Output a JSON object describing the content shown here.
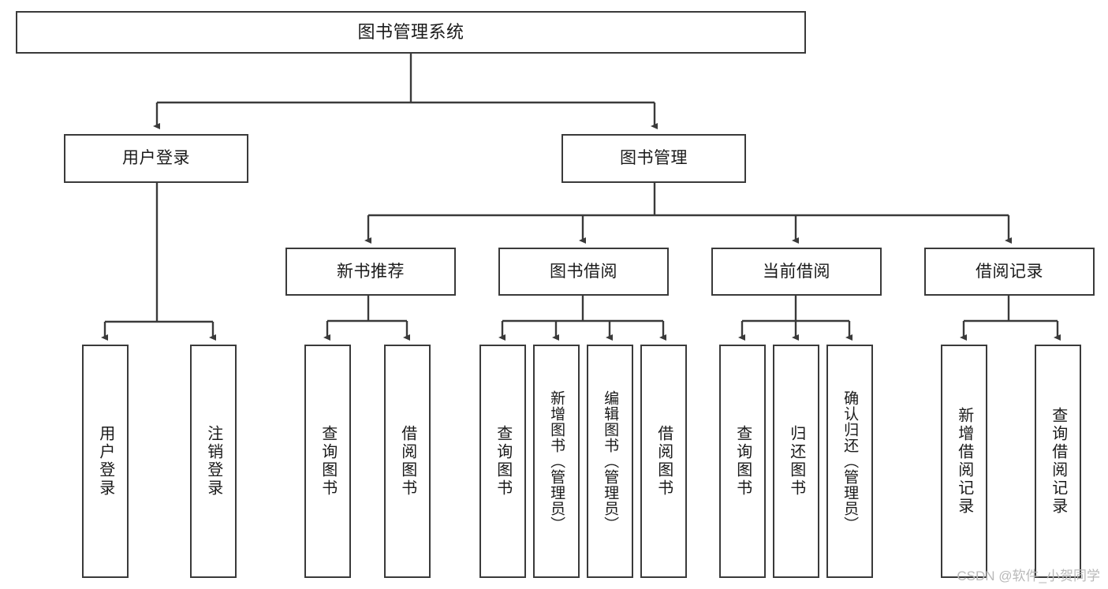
{
  "diagram": {
    "title": "图书管理系统",
    "type": "tree-hierarchy",
    "stroke_color": "#3a3a3a",
    "background_color": "#ffffff",
    "text_color": "#1a1a1a"
  },
  "root": {
    "label": "图书管理系统"
  },
  "level2": [
    {
      "label": "用户登录"
    },
    {
      "label": "图书管理"
    }
  ],
  "level3": [
    {
      "label": "新书推荐"
    },
    {
      "label": "图书借阅"
    },
    {
      "label": "当前借阅"
    },
    {
      "label": "借阅记录"
    }
  ],
  "leaves": [
    {
      "label": "用户登录",
      "parent": "用户登录"
    },
    {
      "label": "注销登录",
      "parent": "用户登录"
    },
    {
      "label": "查询图书",
      "parent": "新书推荐"
    },
    {
      "label": "借阅图书",
      "parent": "新书推荐"
    },
    {
      "label": "查询图书",
      "parent": "图书借阅"
    },
    {
      "label": "新增图书（管理员）",
      "parent": "图书借阅"
    },
    {
      "label": "编辑图书（管理员）",
      "parent": "图书借阅"
    },
    {
      "label": "借阅图书",
      "parent": "图书借阅"
    },
    {
      "label": "查询图书",
      "parent": "当前借阅"
    },
    {
      "label": "归还图书",
      "parent": "当前借阅"
    },
    {
      "label": "确认归还（管理员）",
      "parent": "当前借阅"
    },
    {
      "label": "新增借阅记录",
      "parent": "借阅记录"
    },
    {
      "label": "查询借阅记录",
      "parent": "借阅记录"
    }
  ],
  "watermark": {
    "text": "CSDN @软件_小贺同学"
  }
}
